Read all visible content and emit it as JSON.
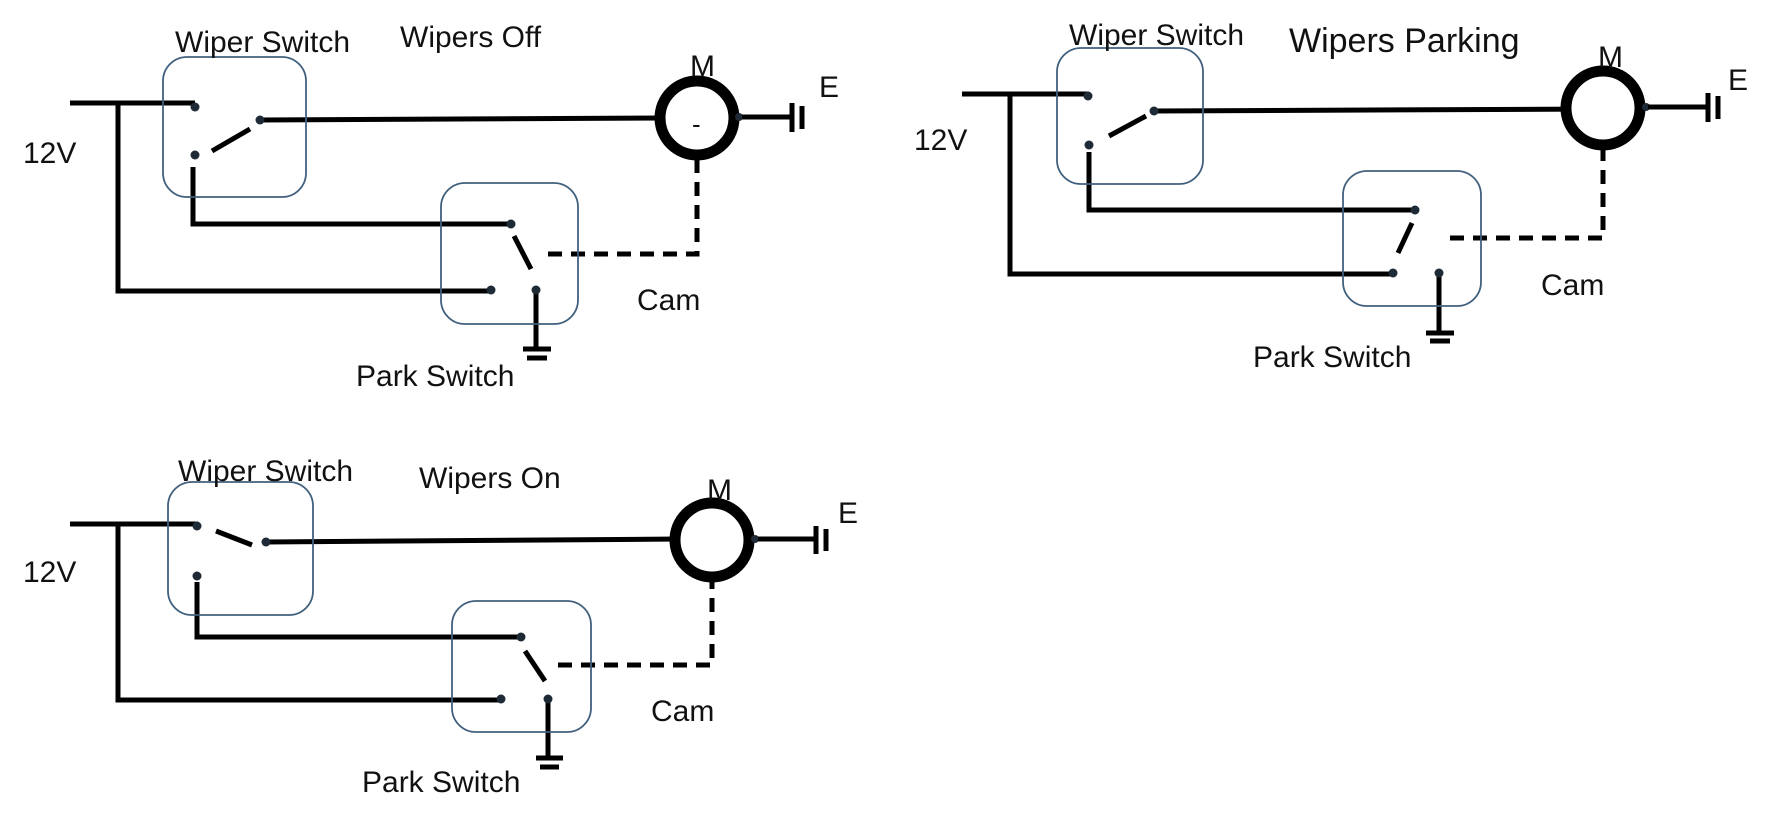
{
  "colors": {
    "wire": "#000000",
    "switch_box": "#41607d",
    "terminal": "#1e2a35",
    "background": "#ffffff"
  },
  "panels": [
    {
      "title": "Wipers Off",
      "wiper_switch_label": "Wiper Switch",
      "park_switch_label": "Park Switch",
      "supply_label": "12V",
      "motor_label": "M",
      "earth_label": "E",
      "cam_label": "Cam",
      "motor_inner_mark": "-"
    },
    {
      "title": "Wipers Parking",
      "wiper_switch_label": "Wiper Switch",
      "park_switch_label": "Park Switch",
      "supply_label": "12V",
      "motor_label": "M",
      "earth_label": "E",
      "cam_label": "Cam"
    },
    {
      "title": "Wipers On",
      "wiper_switch_label": "Wiper Switch",
      "park_switch_label": "Park Switch",
      "supply_label": "12V",
      "motor_label": "M",
      "earth_label": "E",
      "cam_label": "Cam"
    }
  ]
}
